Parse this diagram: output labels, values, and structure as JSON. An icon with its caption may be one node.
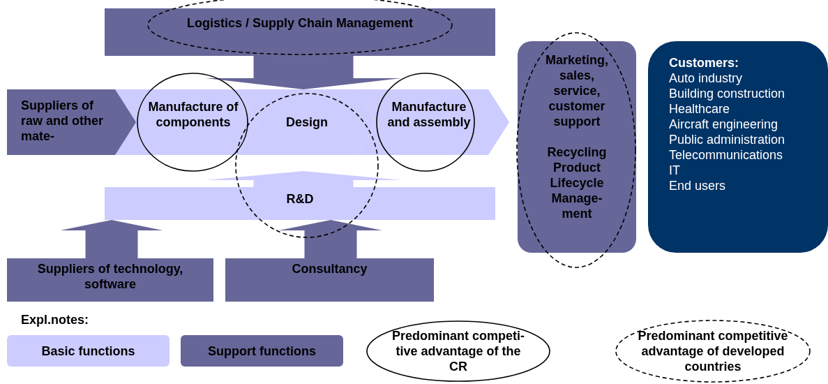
{
  "diagram": {
    "nodes": [
      {
        "text": [
          "Logistics / Supply Chain Management"
        ]
      },
      {
        "text": [
          "Suppliers of raw and other mate-"
        ]
      },
      {
        "text": [
          "Manufacture of components"
        ]
      },
      {
        "text": [
          "Design"
        ]
      },
      {
        "text": [
          "Manufacture and assembly"
        ]
      },
      {
        "text": [
          "R&D"
        ]
      },
      {
        "text": [
          "Suppliers of technology, software"
        ]
      },
      {
        "text": [
          "Consultancy"
        ]
      },
      {
        "text": [
          "Marketing, sales, service, customer support",
          "Recycling Product Lifecycle Manage- ment"
        ]
      },
      {
        "text": [
          "Customers:",
          "Auto industry",
          "Building construction",
          "Healthcare",
          "Aircraft engineering",
          "Public administration",
          "Telecommunications",
          "IT",
          "End users"
        ]
      }
    ],
    "edges": [
      {
        "from": 0,
        "to": 3,
        "arrow": "to"
      },
      {
        "from": 5,
        "to": 3,
        "arrow": "to"
      },
      {
        "from": 6,
        "to": 5,
        "arrow": "to"
      },
      {
        "from": 7,
        "to": 5,
        "arrow": "to"
      }
    ],
    "labels": [
      "Expl.notes:"
    ],
    "legend": [
      {
        "text": "Basic functions",
        "color": "#ccccff"
      },
      {
        "text": "Support functions",
        "color": "#666699"
      },
      {
        "text": "Predominant competi- tive advantage of the CR"
      },
      {
        "text": "Predominant competitive advantage of developed countries"
      }
    ]
  }
}
